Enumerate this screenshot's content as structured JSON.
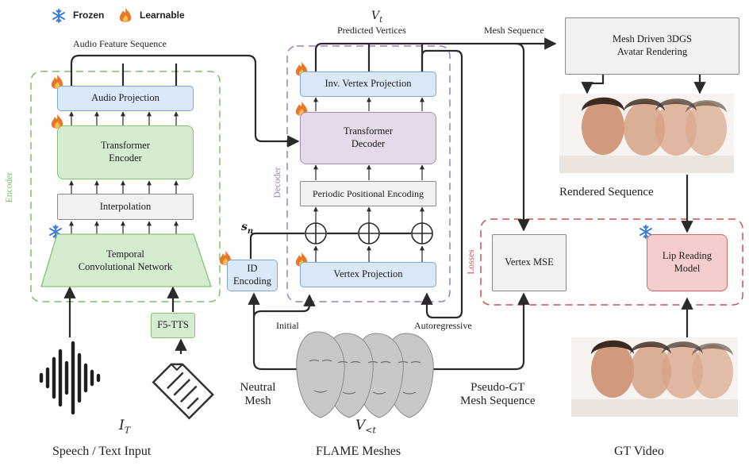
{
  "legend": {
    "frozen": "Frozen",
    "learnable": "Learnable"
  },
  "labels": {
    "audio_feature_sequence": "Audio Feature Sequence",
    "vt": "V",
    "vt_sub": "t",
    "predicted_vertices": "Predicted Vertices",
    "mesh_sequence": "Mesh Sequence",
    "rendered_sequence": "Rendered Sequence",
    "sn": "s",
    "sn_sub": "n",
    "initial": "Initial",
    "autoregressive": "Autoregressive",
    "neutral_mesh": "Neutral\nMesh",
    "pseudo_gt": "Pseudo-GT\nMesh Sequence",
    "it": "I",
    "it_sub": "T",
    "vlt": "V",
    "vlt_sub": "<t",
    "group_encoder": "Encoder",
    "group_decoder": "Decoder",
    "group_losses": "Losses"
  },
  "blocks": {
    "audio_projection": "Audio Projection",
    "transformer_encoder": "Transformer\nEncoder",
    "interpolation": "Interpolation",
    "tcn": "Temporal\nConvolutional Network",
    "f5_tts": "F5-TTS",
    "id_encoding": "ID\nEncoding",
    "inv_vertex_projection": "Inv. Vertex Projection",
    "transformer_decoder": "Transformer\nDecoder",
    "periodic_positional_encoding": "Periodic Positional Encoding",
    "vertex_projection": "Vertex Projection",
    "mesh_renderer": "Mesh Driven 3DGS\nAvatar Rendering",
    "vertex_mse": "Vertex MSE",
    "lip_reading": "Lip Reading\nModel"
  },
  "captions": {
    "speech_text": "Speech / Text Input",
    "flame_meshes": "FLAME Meshes",
    "gt_video": "GT Video"
  },
  "colors": {
    "encoder_dash": "#7fbf6a",
    "decoder_dash": "#a27fba",
    "loss_dash": "#c95454",
    "frozen": "#3d7ed8",
    "flame": "#e8772a"
  }
}
